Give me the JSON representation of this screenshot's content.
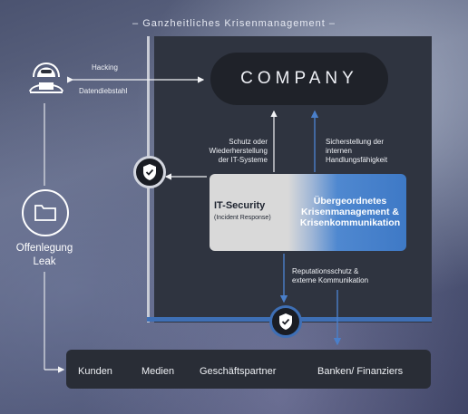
{
  "title": "– Ganzheitliches Krisenmanagement –",
  "company": "COMPANY",
  "hacker_icon": "hacker-icon",
  "folder_icon": "folder-icon",
  "shield_icon": "shield-check-icon",
  "labels": {
    "hacking": "Hacking",
    "datendiebstahl": "Datendiebstahl",
    "schutz": [
      "Schutz oder",
      "Wiederherstellung",
      "der IT-Systeme"
    ],
    "sicherstellung": [
      "Sicherstellung der",
      "internen",
      "Handlungsfähigkeit"
    ],
    "reputation": [
      "Reputationsschutz &",
      "externe Kommunikation"
    ]
  },
  "it_security": {
    "title": "IT-Security",
    "subtitle": "(Incident Response)"
  },
  "uebergeordnet": [
    "Übergeordnetes",
    "Krisenmanagement &",
    "Krisenkommunikation"
  ],
  "leak": [
    "Offenlegung",
    "Leak"
  ],
  "stakeholders": [
    "Kunden",
    "Medien",
    "Geschäftspartner",
    "Banken/ Finanziers"
  ],
  "colors": {
    "panel": "#2f3440",
    "accent_blue": "#3e6fb5",
    "company_pill": "#1f2229"
  }
}
